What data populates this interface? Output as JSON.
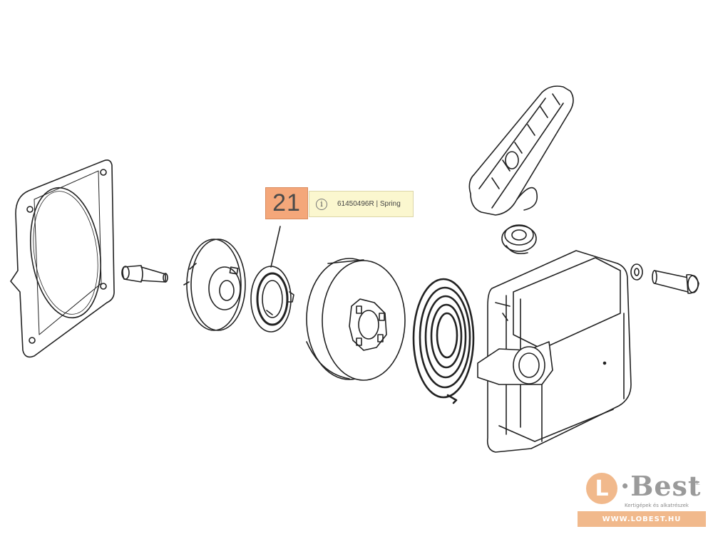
{
  "callout": {
    "number": "21"
  },
  "tooltip": {
    "text": "61450496R | Spring",
    "icon": "info-icon"
  },
  "logo": {
    "initial": "L",
    "name": "·Best",
    "suffix": "Kft.",
    "tagline": "Kertigépek és alkatrészek",
    "url": "WWW.LOBEST.HU"
  },
  "colors": {
    "callout_bg": "#f4a77a",
    "tooltip_bg": "#fbf7cf",
    "brand": "#f1b98c",
    "line": "#222222"
  }
}
